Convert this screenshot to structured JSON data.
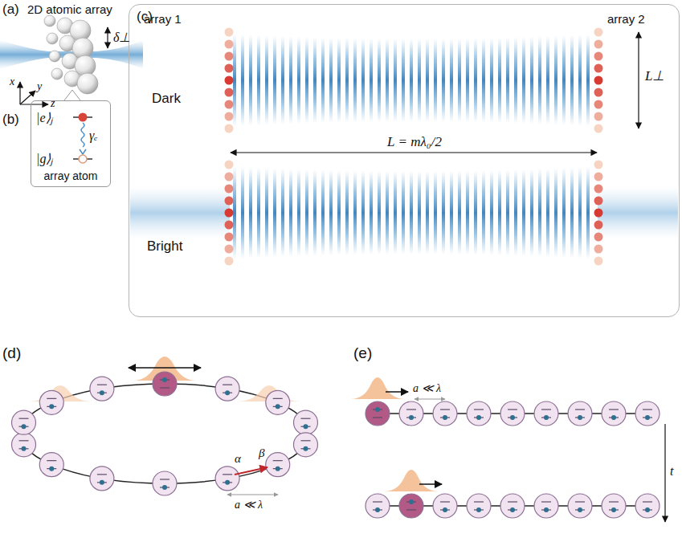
{
  "diagram": {
    "nodes": [
      {
        "text": [
          "|e⟩ⱼ",
          "γₑ",
          "|g⟩ⱼ",
          "array atom"
        ]
      },
      {
        "text": [
          "array 1",
          "array 2",
          "Dark",
          "L⊥",
          "L = mλ₀/2",
          "Bright"
        ]
      }
    ],
    "labels": [
      "(a)",
      "2D atomic array",
      "δ⊥",
      "x",
      "y",
      "z",
      "(b)",
      "(c)",
      "(d)",
      "α",
      "β",
      "a ≪ λ",
      "(e)",
      "a ≪ λ",
      "t"
    ]
  }
}
